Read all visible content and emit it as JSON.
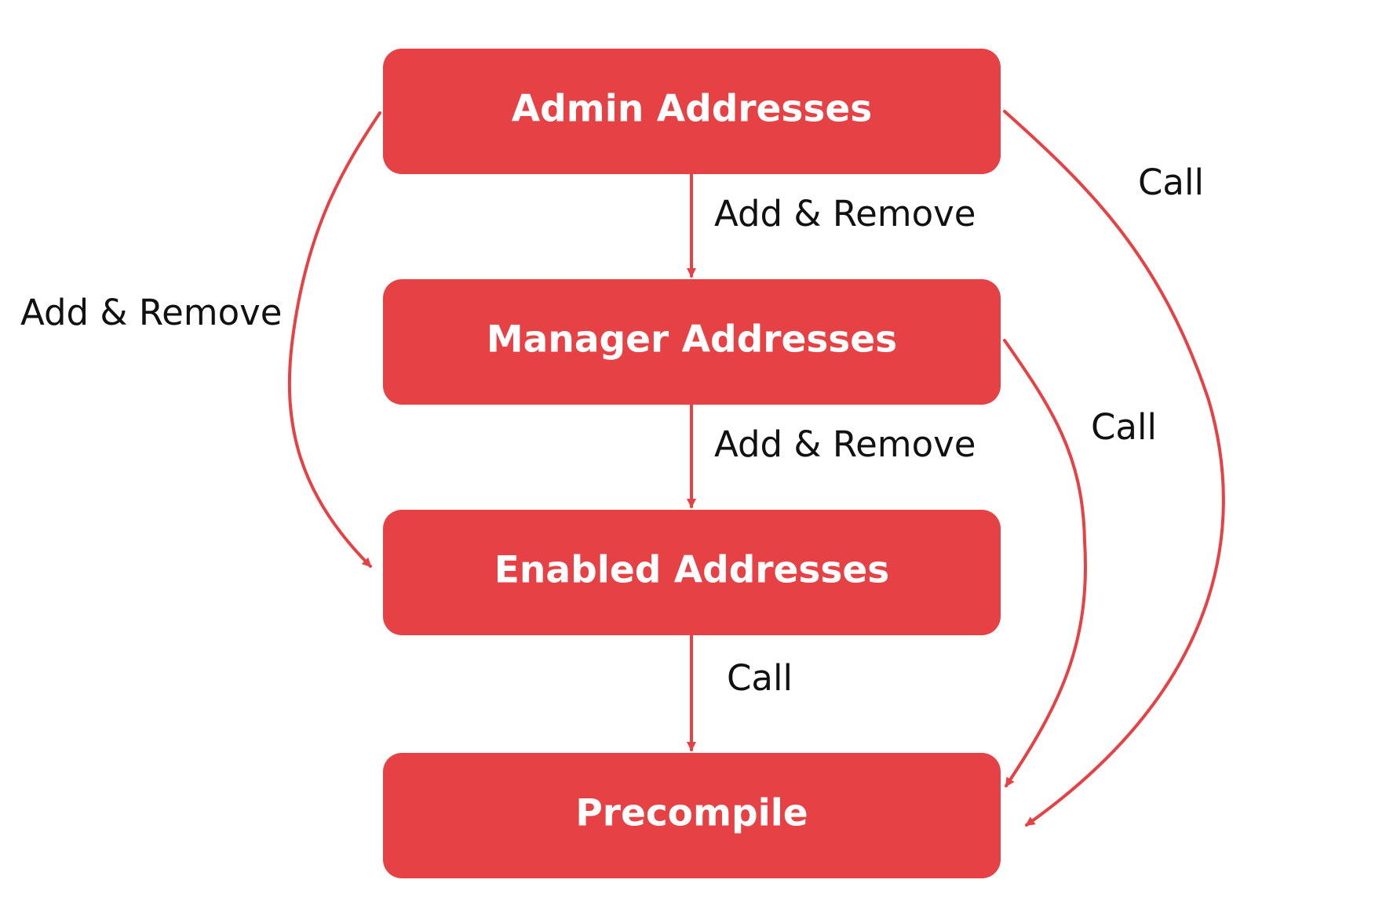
{
  "colors": {
    "node_fill": "#e64144",
    "edge_stroke": "#e64144",
    "node_text": "#ffffff",
    "edge_label_text": "#111111"
  },
  "nodes": {
    "admin": {
      "label": "Admin Addresses"
    },
    "manager": {
      "label": "Manager Addresses"
    },
    "enabled": {
      "label": "Enabled Addresses"
    },
    "precompile": {
      "label": "Precompile"
    }
  },
  "edges": {
    "admin_to_manager": {
      "label": "Add & Remove"
    },
    "manager_to_enabled": {
      "label": "Add & Remove"
    },
    "enabled_to_precompile": {
      "label": "Call"
    },
    "admin_to_enabled": {
      "label": "Add & Remove"
    },
    "manager_to_precompile": {
      "label": "Call"
    },
    "admin_to_precompile": {
      "label": "Call"
    }
  }
}
